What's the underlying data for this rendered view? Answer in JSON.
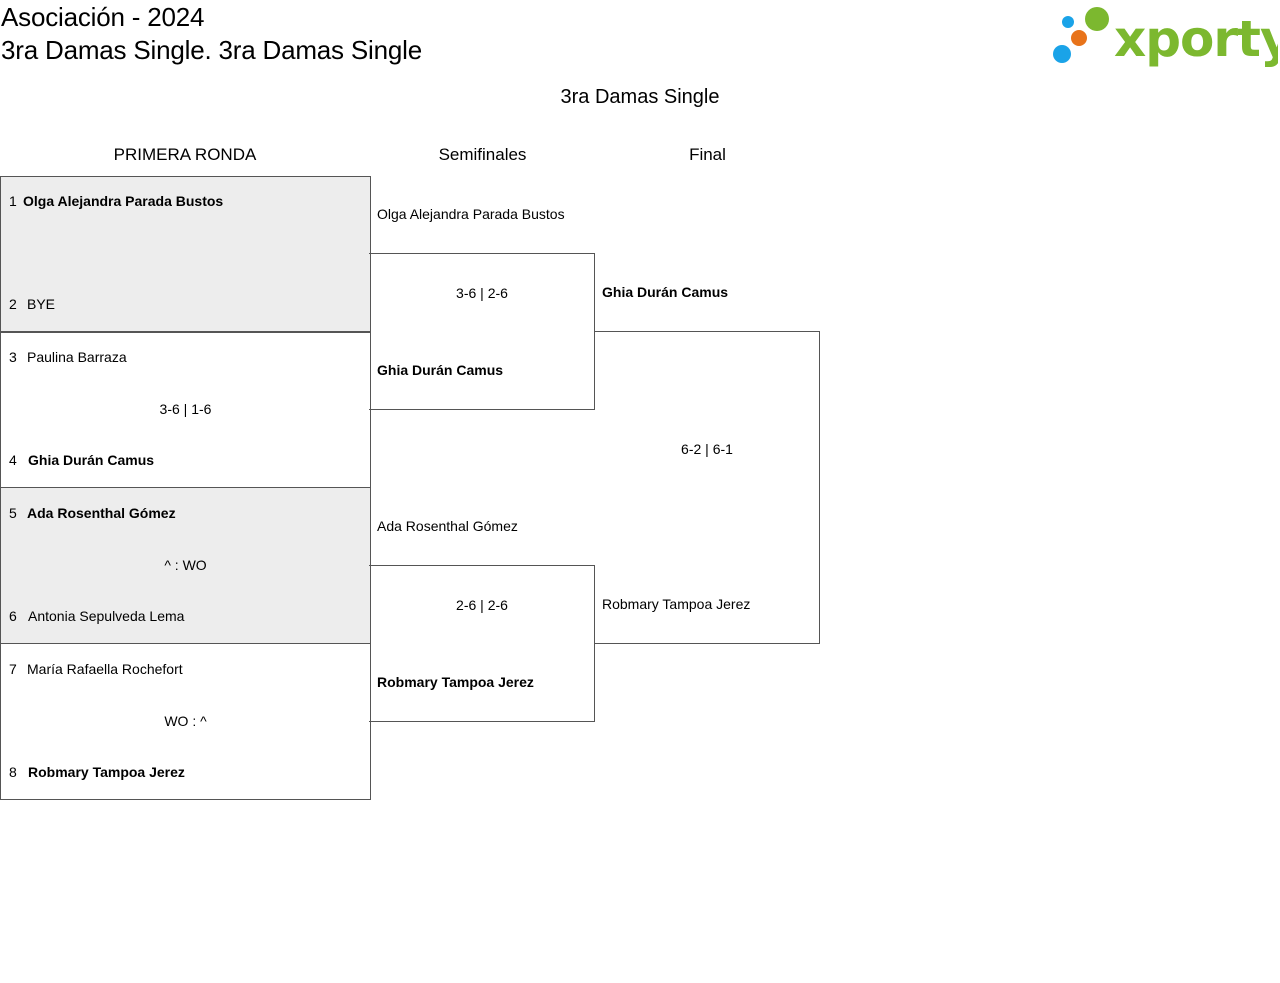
{
  "header": {
    "title_line1": "Asociación - 2024",
    "title_line2": "3ra Damas Single. 3ra Damas Single"
  },
  "logo": {
    "text": "xporty",
    "colors": {
      "green": "#7cb82f",
      "blue": "#1aa3e8",
      "orange": "#e8731a"
    }
  },
  "bracket": {
    "title": "3ra Damas Single",
    "rounds": [
      "PRIMERA RONDA",
      "Semifinales",
      "Final"
    ],
    "first_round": [
      {
        "top": {
          "seed": "1",
          "name": "Olga Alejandra Parada Bustos",
          "winner": true
        },
        "bottom": {
          "seed": "2",
          "name": "BYE",
          "winner": false
        },
        "score": ""
      },
      {
        "top": {
          "seed": "3",
          "name": "Paulina Barraza",
          "winner": false
        },
        "bottom": {
          "seed": "4",
          "name": "Ghia Durán Camus",
          "winner": true
        },
        "score": "3-6 | 1-6"
      },
      {
        "top": {
          "seed": "5",
          "name": "Ada Rosenthal Gómez",
          "winner": true
        },
        "bottom": {
          "seed": "6",
          "name": "Antonia Sepulveda Lema",
          "winner": false
        },
        "score": "^ : WO"
      },
      {
        "top": {
          "seed": "7",
          "name": "María Rafaella Rochefort",
          "winner": false
        },
        "bottom": {
          "seed": "8",
          "name": "Robmary Tampoa Jerez",
          "winner": true
        },
        "score": "WO : ^"
      }
    ],
    "semifinals": [
      {
        "top": "Olga Alejandra Parada Bustos",
        "bottom": "Ghia Durán Camus",
        "score": "3-6 | 2-6",
        "winner": "bottom"
      },
      {
        "top": "Ada Rosenthal Gómez",
        "bottom": "Robmary Tampoa Jerez",
        "score": "2-6 | 2-6",
        "winner": "bottom"
      }
    ],
    "final": {
      "top": "Ghia Durán Camus",
      "bottom": "Robmary Tampoa Jerez",
      "score": "6-2 | 6-1",
      "winner": "top"
    }
  }
}
